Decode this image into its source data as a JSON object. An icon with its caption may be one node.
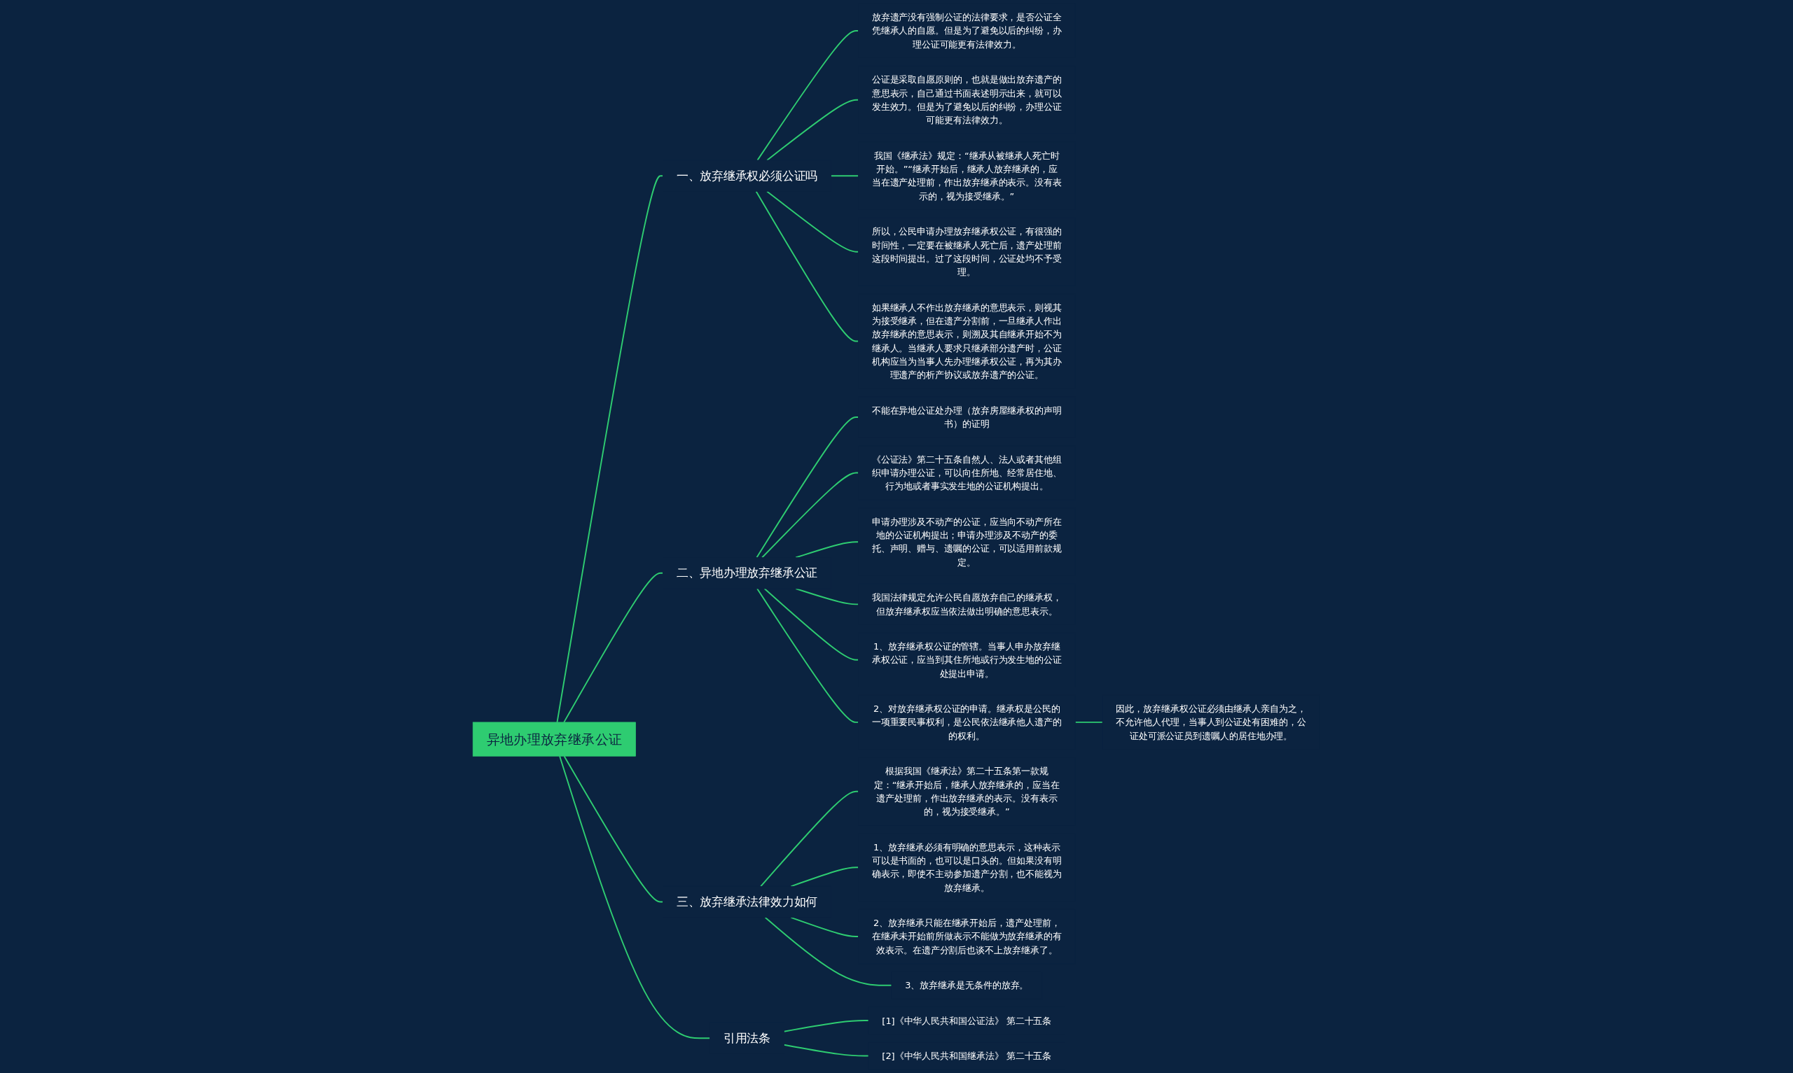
{
  "diagram": {
    "nodes": [
      {
        "text": [
          "异地办理放弃继承公证"
        ]
      },
      {
        "text": [
          "一、放弃继承权必须公证吗"
        ]
      },
      {
        "text": [
          "放弃遗产没有强制公证的法律要求，是否公证全凭继承人的自愿。但是为了避免以后的纠纷，办理公证可能更有法律效力。"
        ]
      },
      {
        "text": [
          "公证是采取自愿原则的，也就是做出放弃遗产的意思表示，自己通过书面表述明示出来，就可以发生效力。但是为了避免以后的纠纷，办理公证可能更有法律效力。"
        ]
      },
      {
        "text": [
          "我国《继承法》规定：“继承从被继承人死亡时开始。”“继承开始后，继承人放弃继承的，应当在遗产处理前，作出放弃继承的表示。没有表示的，视为接受继承。”"
        ]
      },
      {
        "text": [
          "所以，公民申请办理放弃继承权公证，有很强的时间性，一定要在被继承人死亡后，遗产处理前这段时间提出。过了这段时间，公证处均不予受理。"
        ]
      },
      {
        "text": [
          "如果继承人不作出放弃继承的意思表示，则视其为接受继承，但在遗产分割前，一旦继承人作出放弃继承的意思表示，则溯及其自继承开始不为继承人。当继承人要求只继承部分遗产时，公证机构应当为当事人先办理继承权公证，再为其办理遗产的析产协议或放弃遗产的公证。"
        ]
      },
      {
        "text": [
          "二、异地办理放弃继承公证"
        ]
      },
      {
        "text": [
          "不能在异地公证处办理（放弃房屋继承权的声明书）的证明"
        ]
      },
      {
        "text": [
          "《公证法》第二十五条自然人、法人或者其他组织申请办理公证，可以向住所地、经常居住地、行为地或者事实发生地的公证机构提出。"
        ]
      },
      {
        "text": [
          "申请办理涉及不动产的公证，应当向不动产所在地的公证机构提出；申请办理涉及不动产的委托、声明、赠与、遗嘱的公证，可以适用前款规定。"
        ]
      },
      {
        "text": [
          "我国法律规定允许公民自愿放弃自己的继承权，但放弃继承权应当依法做出明确的意思表示。"
        ]
      },
      {
        "text": [
          "1、放弃继承权公证的管辖。当事人申办放弃继承权公证，应当到其住所地或行为发生地的公证处提出申请。"
        ]
      },
      {
        "text": [
          "2、对放弃继承权公证的申请。继承权是公民的一项重要民事权利，是公民依法继承他人遗产的的权利。"
        ]
      },
      {
        "text": [
          "因此，放弃继承权公证必须由继承人亲自为之，不允许他人代理，当事人到公证处有困难的，公证处可派公证员到遗嘱人的居住地办理。"
        ]
      },
      {
        "text": [
          "三、放弃继承法律效力如何"
        ]
      },
      {
        "text": [
          "根据我国《继承法》第二十五条第一款规定：“继承开始后，继承人放弃继承的，应当在遗产处理前，作出放弃继承的表示。没有表示的，视为接受继承。”"
        ]
      },
      {
        "text": [
          "1、放弃继承必须有明确的意思表示，这种表示可以是书面的，也可以是口头的。但如果没有明确表示，即使不主动参加遗产分割，也不能视为放弃继承。"
        ]
      },
      {
        "text": [
          "2、放弃继承只能在继承开始后，遗产处理前，在继承未开始前所做表示不能做为放弃继承的有效表示。在遗产分割后也谈不上放弃继承了。"
        ]
      },
      {
        "text": [
          "3、放弃继承是无条件的放弃。"
        ]
      },
      {
        "text": [
          "引用法条"
        ]
      },
      {
        "text": [
          "[1]《中华人民共和国公证法》 第二十五条"
        ]
      },
      {
        "text": [
          "[2]《中华人民共和国继承法》 第二十五条"
        ]
      }
    ],
    "edges": [
      {
        "from": 0,
        "to": 1,
        "arrow": "none"
      },
      {
        "from": 1,
        "to": 2,
        "arrow": "none"
      },
      {
        "from": 1,
        "to": 3,
        "arrow": "none"
      },
      {
        "from": 1,
        "to": 4,
        "arrow": "none"
      },
      {
        "from": 1,
        "to": 5,
        "arrow": "none"
      },
      {
        "from": 1,
        "to": 6,
        "arrow": "none"
      },
      {
        "from": 0,
        "to": 7,
        "arrow": "none"
      },
      {
        "from": 7,
        "to": 8,
        "arrow": "none"
      },
      {
        "from": 7,
        "to": 9,
        "arrow": "none"
      },
      {
        "from": 7,
        "to": 10,
        "arrow": "none"
      },
      {
        "from": 7,
        "to": 11,
        "arrow": "none"
      },
      {
        "from": 7,
        "to": 12,
        "arrow": "none"
      },
      {
        "from": 7,
        "to": 13,
        "arrow": "none"
      },
      {
        "from": 13,
        "to": 14,
        "arrow": "none"
      },
      {
        "from": 0,
        "to": 15,
        "arrow": "none"
      },
      {
        "from": 15,
        "to": 16,
        "arrow": "none"
      },
      {
        "from": 15,
        "to": 17,
        "arrow": "none"
      },
      {
        "from": 15,
        "to": 18,
        "arrow": "none"
      },
      {
        "from": 15,
        "to": 19,
        "arrow": "none"
      },
      {
        "from": 0,
        "to": 20,
        "arrow": "none"
      },
      {
        "from": 20,
        "to": 21,
        "arrow": "none"
      },
      {
        "from": 20,
        "to": 22,
        "arrow": "none"
      }
    ]
  }
}
